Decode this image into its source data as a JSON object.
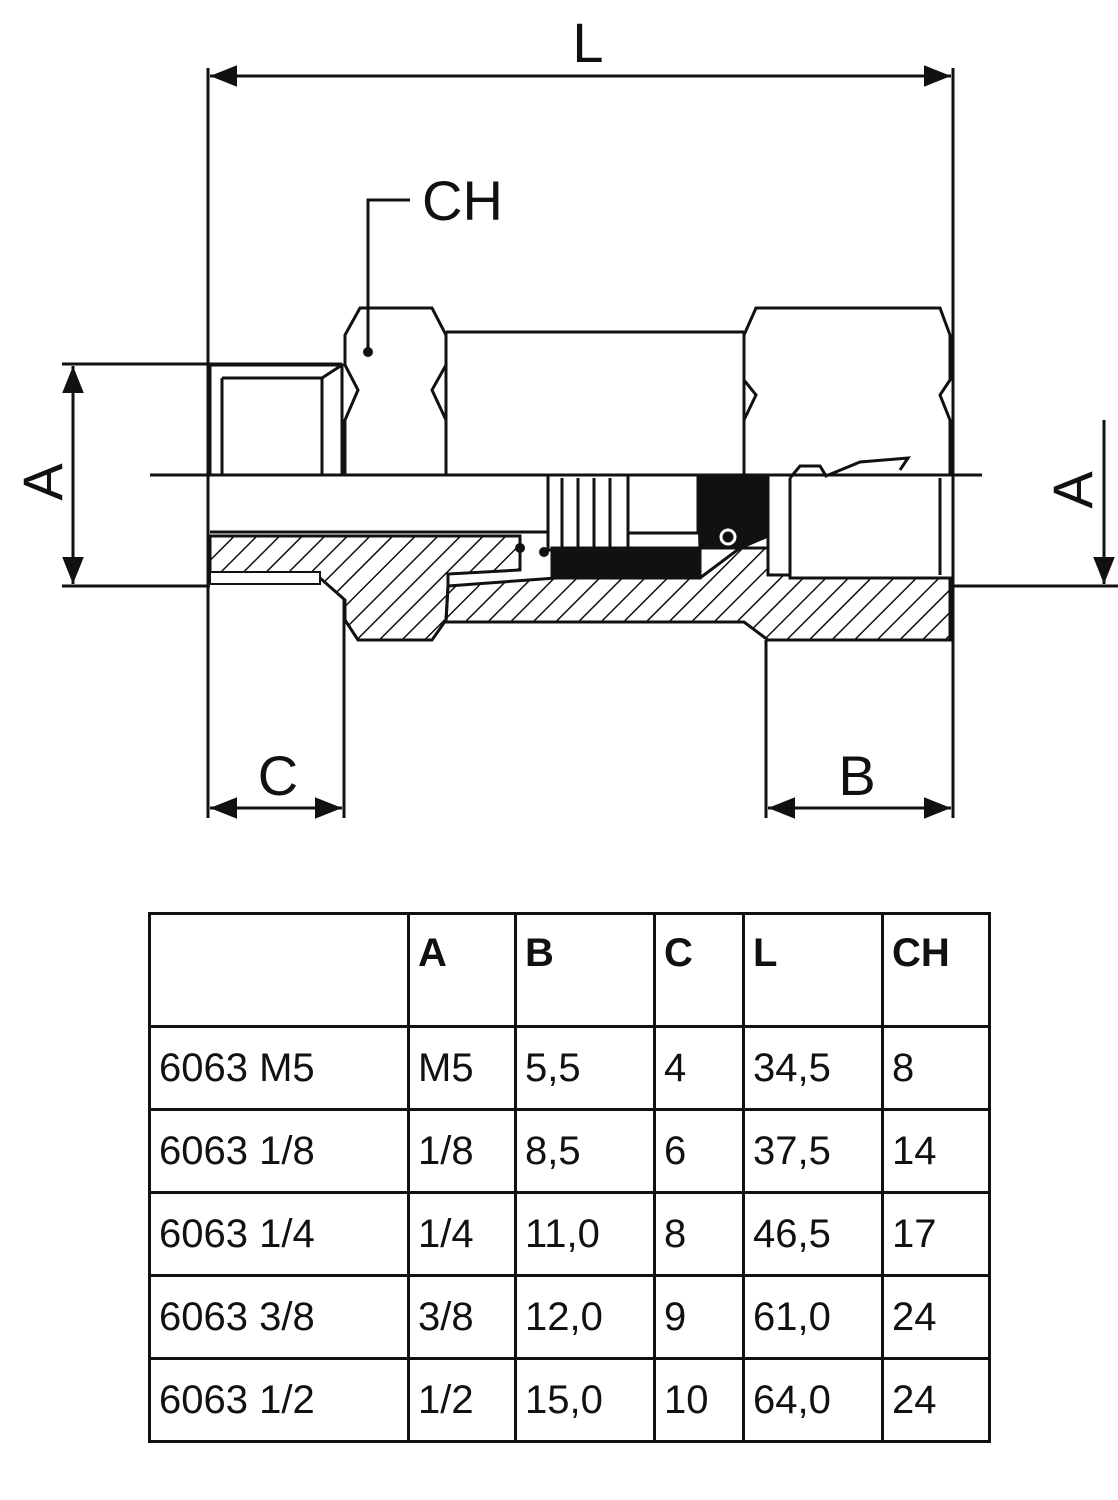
{
  "drawing": {
    "dimension_labels": {
      "overall_length": "L",
      "wrench_size": "CH",
      "thread_left": "A",
      "thread_right": "A",
      "thread_length": "C",
      "socket_depth": "B"
    }
  },
  "table": {
    "headers": [
      "",
      "A",
      "B",
      "C",
      "L",
      "CH"
    ],
    "rows": [
      [
        "6063 M5",
        "M5",
        "5,5",
        "4",
        "34,5",
        "8"
      ],
      [
        "6063 1/8",
        "1/8",
        "8,5",
        "6",
        "37,5",
        "14"
      ],
      [
        "6063 1/4",
        "1/4",
        "11,0",
        "8",
        "46,5",
        "17"
      ],
      [
        "6063 3/8",
        "3/8",
        "12,0",
        "9",
        "61,0",
        "24"
      ],
      [
        "6063 1/2",
        "1/2",
        "15,0",
        "10",
        "64,0",
        "24"
      ]
    ]
  },
  "colors": {
    "ink": "#111111",
    "paper": "#ffffff"
  }
}
